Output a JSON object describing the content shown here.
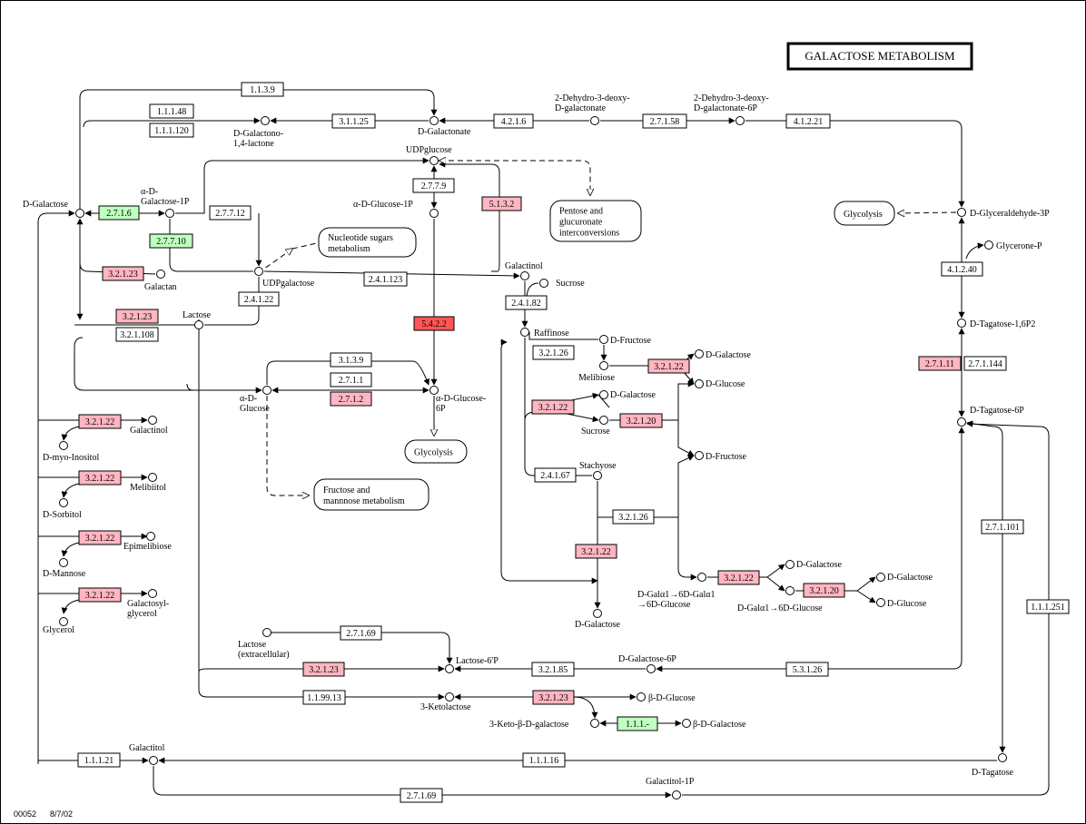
{
  "title": "GALACTOSE METABOLISM",
  "footer": {
    "code": "00052",
    "date": "8/7/02"
  },
  "colors": {
    "red": "#ffb6c1",
    "dark_red": "#ff5555",
    "green": "#bfffbf",
    "white": "#ffffff",
    "line": "#000000"
  },
  "compounds": [
    {
      "id": "d_galactose",
      "label": "D-Galactose"
    },
    {
      "id": "a_d_galactose_1p",
      "label": "α-D-\nGalactose-1P"
    },
    {
      "id": "galactan",
      "label": "Galactan"
    },
    {
      "id": "lactose",
      "label": "Lactose"
    },
    {
      "id": "d_galactono",
      "label": "D-Galactono-\n1,4-lactone"
    },
    {
      "id": "d_galactonate",
      "label": "D-Galactonate"
    },
    {
      "id": "dehydro_deoxy",
      "label": "2-Dehydro-3-deoxy-\nD-galactonate"
    },
    {
      "id": "dehydro_deoxy_6p",
      "label": "2-Dehydro-3-deoxy-\nD-galactonate-6P"
    },
    {
      "id": "udpglucose",
      "label": "UDPglucose"
    },
    {
      "id": "a_d_glucose_1p",
      "label": "α-D-Glucose-1P"
    },
    {
      "id": "udpgalactose",
      "label": "UDPgalactose"
    },
    {
      "id": "galactinol_top",
      "label": "Galactinol"
    },
    {
      "id": "sucrose_top",
      "label": "Sucrose"
    },
    {
      "id": "raffinose",
      "label": "Raffinose"
    },
    {
      "id": "d_fructose_1",
      "label": "D-Fructose"
    },
    {
      "id": "melibiose",
      "label": "Melibiose"
    },
    {
      "id": "d_galactose_r1",
      "label": "D-Galactose"
    },
    {
      "id": "d_glucose_r1",
      "label": "D-Glucose"
    },
    {
      "id": "d_galactose_r2",
      "label": "D-Galactose"
    },
    {
      "id": "sucrose_mid",
      "label": "Sucrose"
    },
    {
      "id": "d_fructose_2",
      "label": "D-Fructose"
    },
    {
      "id": "stachyose",
      "label": "Stachyose"
    },
    {
      "id": "d_galactose_bottom",
      "label": "D-Galactose"
    },
    {
      "id": "dgal_6dgal",
      "label": "D-Galα1→6D-Galα1\n→6D-Glucose"
    },
    {
      "id": "d_galactose_r3",
      "label": "D-Galactose"
    },
    {
      "id": "dgal_6dglc",
      "label": "D-Galα1→6D-Glucose"
    },
    {
      "id": "d_galactose_r4",
      "label": "D-Galactose"
    },
    {
      "id": "d_glucose_r4",
      "label": "D-Glucose"
    },
    {
      "id": "a_d_glucose",
      "label": "α-D-\nGlucose"
    },
    {
      "id": "a_d_glucose_6p",
      "label": "α-D-Glucose-\n6P"
    },
    {
      "id": "galactinol_left",
      "label": "Galactinol"
    },
    {
      "id": "d_myo_inositol",
      "label": "D-myo-Inositol"
    },
    {
      "id": "melibiitol",
      "label": "Melibiitol"
    },
    {
      "id": "d_sorbitol",
      "label": "D-Sorbitol"
    },
    {
      "id": "epimelibiose",
      "label": "Epimelibiose"
    },
    {
      "id": "d_mannose",
      "label": "D-Mannose"
    },
    {
      "id": "galactosylglycerol",
      "label": "Galactosyl-\nglycerol"
    },
    {
      "id": "glycerol",
      "label": "Glycerol"
    },
    {
      "id": "lactose_extra",
      "label": "Lactose\n(extracellular)"
    },
    {
      "id": "lactose_6p",
      "label": "Lactose-6'P"
    },
    {
      "id": "d_galactose_6p",
      "label": "D-Galactose-6P"
    },
    {
      "id": "ketolactose",
      "label": "3-Ketolactose"
    },
    {
      "id": "b_d_glucose",
      "label": "β-D-Glucose"
    },
    {
      "id": "keto_galactose",
      "label": "3-Keto-β-D-galactose"
    },
    {
      "id": "b_d_galactose",
      "label": "β-D-Galactose"
    },
    {
      "id": "galactitol",
      "label": "Galactitol"
    },
    {
      "id": "galactitol_1p",
      "label": "Galactitol-1P"
    },
    {
      "id": "d_tagatose",
      "label": "D-Tagatose"
    },
    {
      "id": "d_glyceraldehyde_3p",
      "label": "D-Glyceraldehyde-3P"
    },
    {
      "id": "glycerone_p",
      "label": "Glycerone-P"
    },
    {
      "id": "d_tagatose_16p2",
      "label": "D-Tagatose-1,6P2"
    },
    {
      "id": "d_tagatose_6p",
      "label": "D-Tagatose-6P"
    }
  ],
  "pathways": [
    {
      "id": "glycolysis_1",
      "label": "Glycolysis"
    },
    {
      "id": "glycolysis_2",
      "label": "Glycolysis"
    },
    {
      "id": "pentose",
      "label": "Pentose and\nglucuronate\ninterconversions"
    },
    {
      "id": "nucleotide_sugars",
      "label": "Nucleotide sugars\nmetabolism"
    },
    {
      "id": "fructose_mannose",
      "label": "Fructose and\nmannnose metabolism"
    }
  ],
  "enzymes": [
    {
      "id": "e1",
      "label": "1.1.3.9",
      "color": "white"
    },
    {
      "id": "e2",
      "label": "1.1.1.48",
      "color": "white"
    },
    {
      "id": "e3",
      "label": "1.1.1.120",
      "color": "white"
    },
    {
      "id": "e4",
      "label": "3.1.1.25",
      "color": "white"
    },
    {
      "id": "e5",
      "label": "4.2.1.6",
      "color": "white"
    },
    {
      "id": "e6",
      "label": "2.7.1.58",
      "color": "white"
    },
    {
      "id": "e7",
      "label": "4.1.2.21",
      "color": "white"
    },
    {
      "id": "e8",
      "label": "2.7.1.6",
      "color": "green"
    },
    {
      "id": "e9",
      "label": "2.7.7.12",
      "color": "white"
    },
    {
      "id": "e10",
      "label": "2.7.7.10",
      "color": "green"
    },
    {
      "id": "e11",
      "label": "2.7.7.9",
      "color": "white"
    },
    {
      "id": "e12",
      "label": "5.1.3.2",
      "color": "red"
    },
    {
      "id": "e13",
      "label": "3.2.1.23",
      "color": "red"
    },
    {
      "id": "e14",
      "label": "2.4.1.123",
      "color": "white"
    },
    {
      "id": "e15",
      "label": "2.4.1.22",
      "color": "white"
    },
    {
      "id": "e16",
      "label": "3.2.1.23",
      "color": "red"
    },
    {
      "id": "e17",
      "label": "3.2.1.108",
      "color": "white"
    },
    {
      "id": "e18",
      "label": "5.4.2.2",
      "color": "dark_red"
    },
    {
      "id": "e19",
      "label": "2.4.1.82",
      "color": "white"
    },
    {
      "id": "e20",
      "label": "3.1.3.9",
      "color": "white"
    },
    {
      "id": "e21",
      "label": "2.7.1.1",
      "color": "white"
    },
    {
      "id": "e22",
      "label": "2.7.1.2",
      "color": "red"
    },
    {
      "id": "e23",
      "label": "3.2.1.26",
      "color": "white"
    },
    {
      "id": "e24",
      "label": "3.2.1.22",
      "color": "red"
    },
    {
      "id": "e25",
      "label": "3.2.1.22",
      "color": "red"
    },
    {
      "id": "e26",
      "label": "3.2.1.20",
      "color": "red"
    },
    {
      "id": "e27",
      "label": "2.4.1.67",
      "color": "white"
    },
    {
      "id": "e28",
      "label": "3.2.1.26",
      "color": "white"
    },
    {
      "id": "e29",
      "label": "3.2.1.22",
      "color": "red"
    },
    {
      "id": "e30",
      "label": "3.2.1.22",
      "color": "red"
    },
    {
      "id": "e31",
      "label": "3.2.1.20",
      "color": "red"
    },
    {
      "id": "e32",
      "label": "3.2.1.22",
      "color": "red"
    },
    {
      "id": "e33",
      "label": "3.2.1.22",
      "color": "red"
    },
    {
      "id": "e34",
      "label": "3.2.1.22",
      "color": "red"
    },
    {
      "id": "e35",
      "label": "3.2.1.22",
      "color": "red"
    },
    {
      "id": "e36",
      "label": "2.7.1.69",
      "color": "white"
    },
    {
      "id": "e37",
      "label": "3.2.1.23",
      "color": "red"
    },
    {
      "id": "e38",
      "label": "3.2.1.85",
      "color": "white"
    },
    {
      "id": "e39",
      "label": "5.3.1.26",
      "color": "white"
    },
    {
      "id": "e40",
      "label": "1.1.99.13",
      "color": "white"
    },
    {
      "id": "e41",
      "label": "3.2.1.23",
      "color": "red"
    },
    {
      "id": "e42",
      "label": "1.1.1.-",
      "color": "green"
    },
    {
      "id": "e43",
      "label": "1.1.1.21",
      "color": "white"
    },
    {
      "id": "e44",
      "label": "1.1.1.16",
      "color": "white"
    },
    {
      "id": "e45",
      "label": "2.7.1.69",
      "color": "white"
    },
    {
      "id": "e46",
      "label": "4.1.2.40",
      "color": "white"
    },
    {
      "id": "e47",
      "label": "2.7.1.11",
      "color": "red"
    },
    {
      "id": "e48",
      "label": "2.7.1.144",
      "color": "white"
    },
    {
      "id": "e49",
      "label": "2.7.1.101",
      "color": "white"
    },
    {
      "id": "e50",
      "label": "1.1.1.251",
      "color": "white"
    }
  ]
}
